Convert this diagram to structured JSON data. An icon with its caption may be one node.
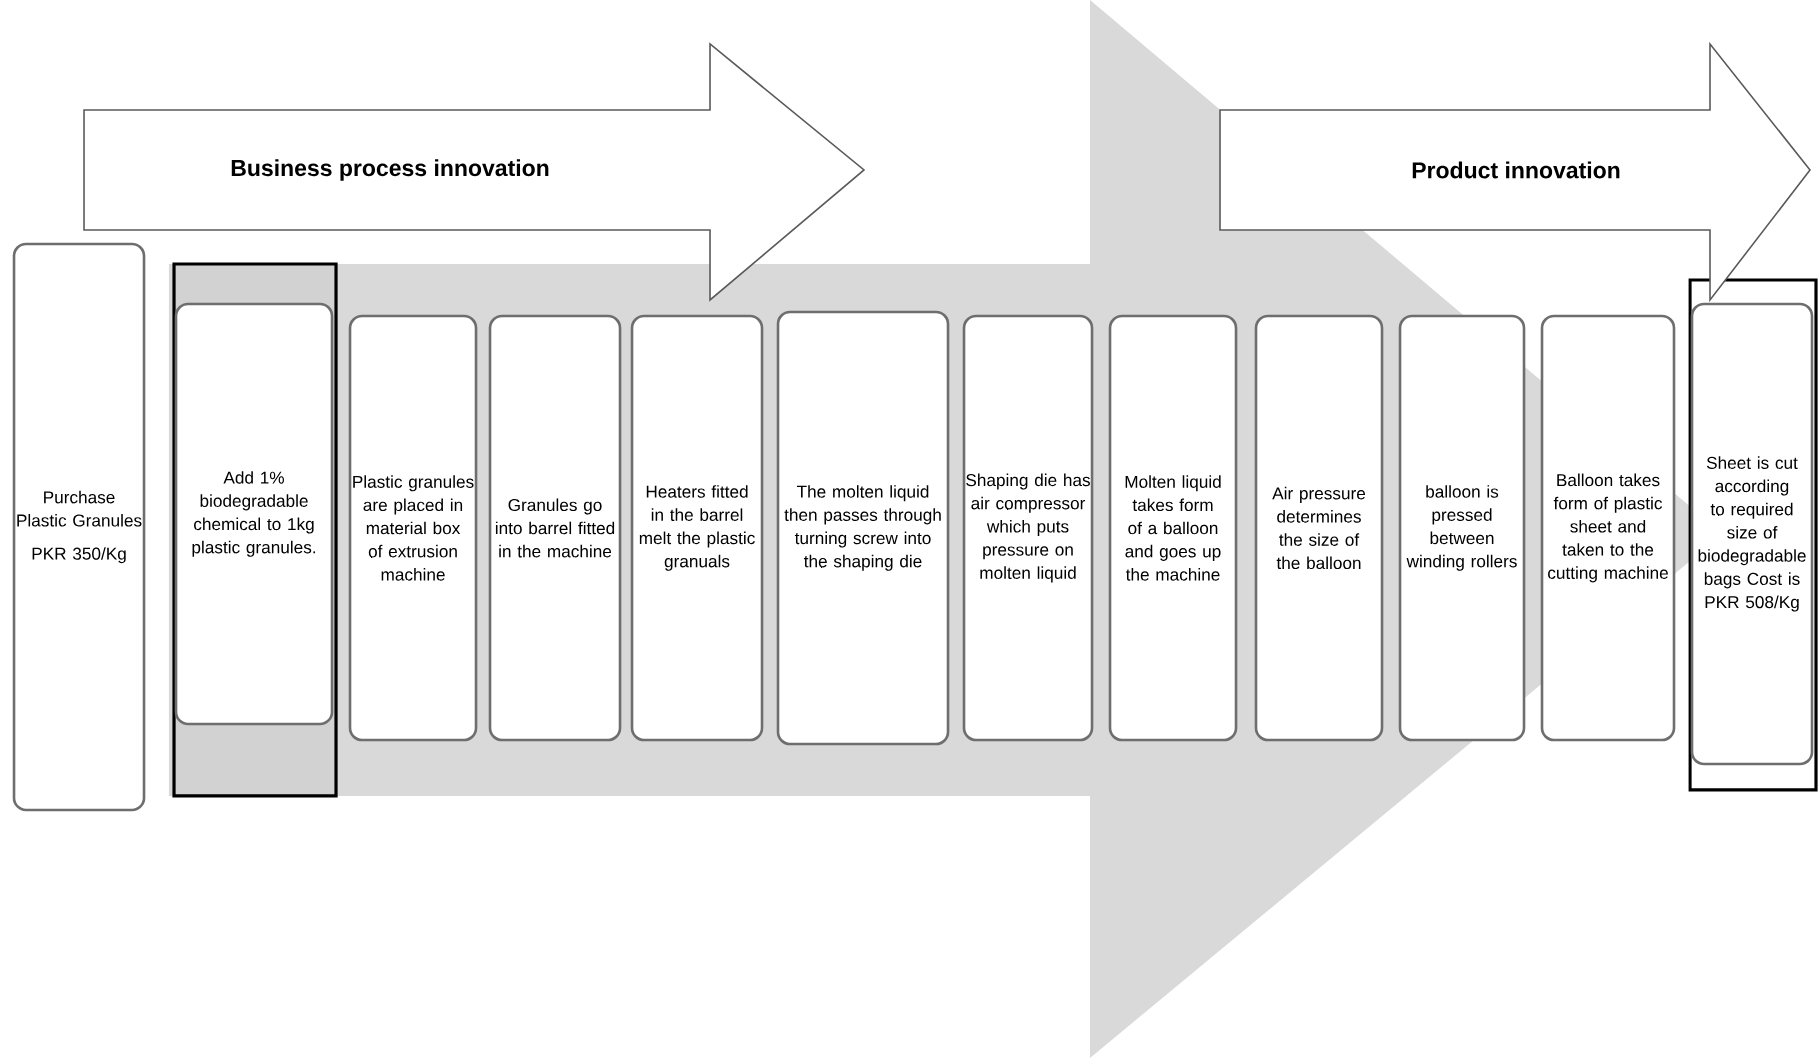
{
  "diagram": {
    "nodes": [
      {
        "text": [
          "Business process innovation"
        ]
      },
      {
        "text": [
          "Product innovation"
        ]
      },
      {
        "text": [
          "Purchase Plastic Granules",
          "PKR 350/Kg"
        ]
      },
      {
        "text": [
          "Add 1% biodegradable chemical to 1kg plastic granules."
        ]
      },
      {
        "text": [
          "Plastic granules are placed in material box of extrusion machine"
        ]
      },
      {
        "text": [
          "Granules go into barrel fitted in the machine"
        ]
      },
      {
        "text": [
          "Heaters fitted in the barrel melt the plastic granuals"
        ]
      },
      {
        "text": [
          "The molten liquid then passes through turning screw into the shaping die"
        ]
      },
      {
        "text": [
          "Shaping die has air compressor which puts pressure on molten liquid"
        ]
      },
      {
        "text": [
          "Molten liquid takes form of a balloon and goes up the machine"
        ]
      },
      {
        "text": [
          "Air pressure determines the size of the balloon"
        ]
      },
      {
        "text": [
          "balloon is pressed between winding rollers"
        ]
      },
      {
        "text": [
          "Balloon takes form of plastic sheet and taken to the cutting machine"
        ]
      },
      {
        "text": [
          "Sheet is cut according to required size of biodegradable bags Cost is PKR 508/Kg"
        ]
      }
    ],
    "edges": [
      {
        "from": 3,
        "to": 13,
        "arrow": "to"
      }
    ]
  }
}
